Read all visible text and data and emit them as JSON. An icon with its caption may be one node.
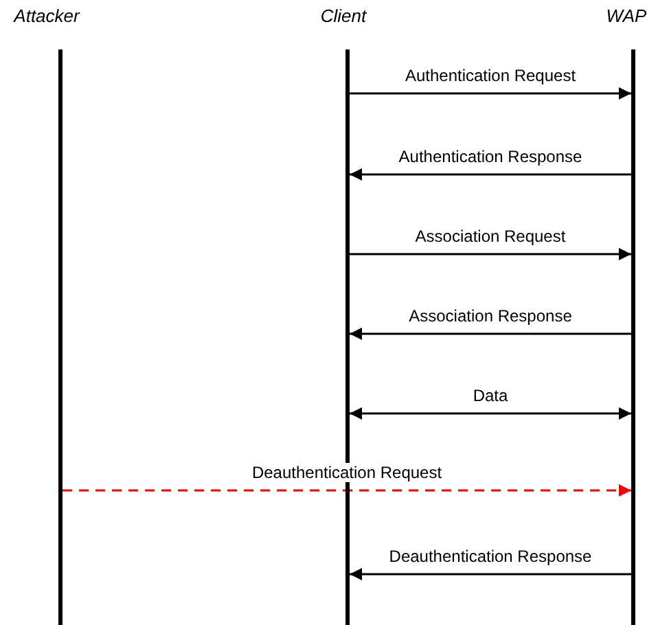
{
  "diagram": {
    "nodes": [
      {
        "text": [
          "Attacker"
        ]
      },
      {
        "text": [
          "Client"
        ]
      },
      {
        "text": [
          "WAP"
        ]
      }
    ],
    "edges": [
      {
        "from": 1,
        "to": 2,
        "arrow": "to",
        "label": "Authentication Request"
      },
      {
        "from": 2,
        "to": 1,
        "arrow": "to",
        "label": "Authentication Response"
      },
      {
        "from": 1,
        "to": 2,
        "arrow": "to",
        "label": "Association Request"
      },
      {
        "from": 2,
        "to": 1,
        "arrow": "to",
        "label": "Association Response"
      },
      {
        "from": 1,
        "to": 2,
        "arrow": "both",
        "label": "Data"
      },
      {
        "from": 0,
        "to": 2,
        "arrow": "to",
        "label": "Deauthentication Request",
        "style": "dashed",
        "color": "#ff0000"
      },
      {
        "from": 2,
        "to": 1,
        "arrow": "to",
        "label": "Deauthentication Response"
      }
    ]
  }
}
